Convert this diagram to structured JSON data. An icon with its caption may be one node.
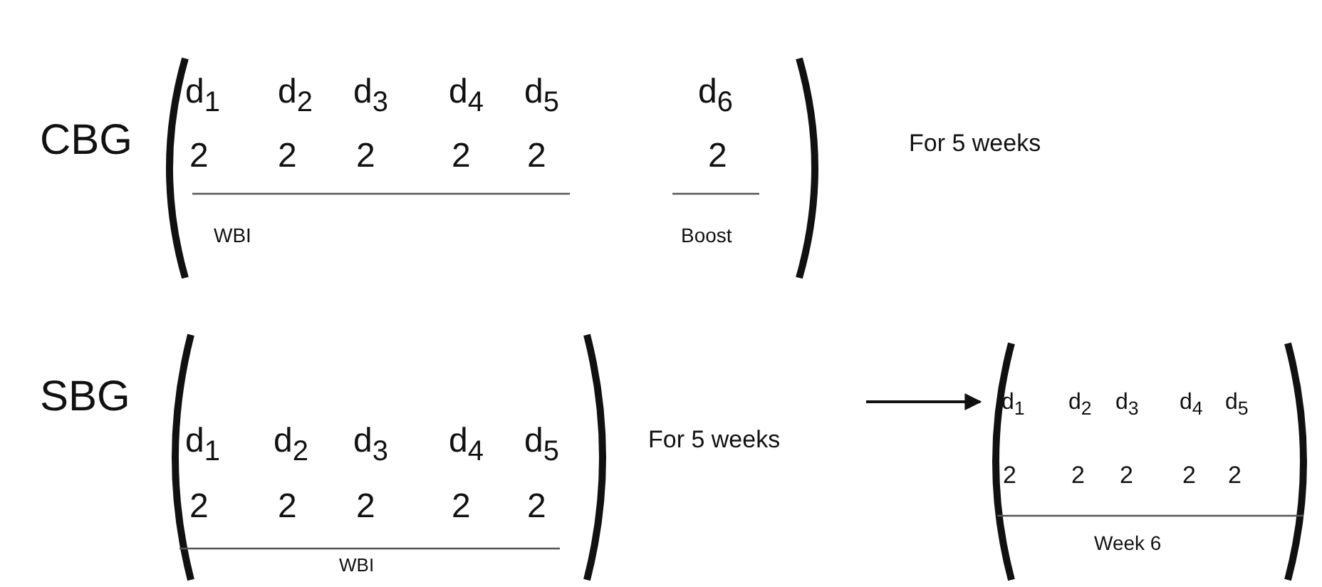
{
  "diagram": {
    "nodes": [
      {
        "text": [
          "d$_{1}$",
          "d$_{2}$",
          "d$_{3}$",
          "d$_{4}$",
          "d$_{5}$",
          "d$_{6}$",
          "2",
          "2",
          "2",
          "2",
          "2",
          "2",
          "WBI",
          "Boost"
        ],
        "beside": [
          "CBG",
          "For 5 weeks"
        ]
      },
      {
        "text": [
          "d$_{1}$",
          "d$_{2}$",
          "d$_{3}$",
          "d$_{4}$",
          "d$_{5}$",
          "2",
          "2",
          "2",
          "2",
          "2",
          "WBI"
        ],
        "beside": [
          "SBG"
        ]
      },
      {
        "text": [
          "For 5 weeks"
        ]
      },
      {
        "text": [
          "d$_{1}$",
          "d$_{2}$",
          "d$_{3}$",
          "d$_{4}$",
          "d$_{5}$",
          "2",
          "2",
          "2",
          "2",
          "2",
          "Week 6"
        ]
      }
    ],
    "edges": [
      {
        "from": 2,
        "to": 3,
        "arrow": "to"
      }
    ]
  }
}
